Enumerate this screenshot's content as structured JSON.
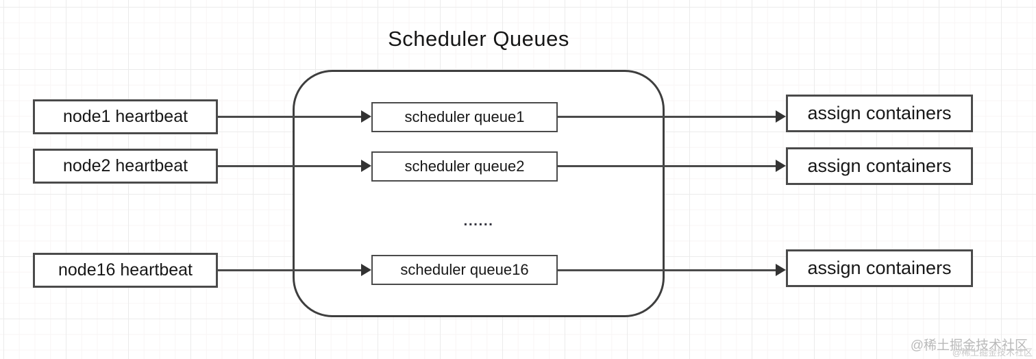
{
  "title": "Scheduler Queues",
  "rows": [
    {
      "left": "node1 heartbeat",
      "queue": "scheduler queue1",
      "right": "assign containers"
    },
    {
      "left": "node2 heartbeat",
      "queue": "scheduler queue2",
      "right": "assign containers"
    },
    {
      "left": "node16 heartbeat",
      "queue": "scheduler queue16",
      "right": "assign containers"
    }
  ],
  "ellipsis": "......",
  "watermark": {
    "primary": "@稀土掘金技术社区",
    "secondary": "@稀土掘金技术社区"
  },
  "colors": {
    "box_border": "#4a4a4a",
    "group_border": "#3e3e3e",
    "arrow": "#4a4a4a",
    "text": "#171717",
    "grid_major": "#ebebeb",
    "grid_minor": "#f8f5f5",
    "watermark": "#b9b9b9",
    "background": "#ffffff"
  }
}
